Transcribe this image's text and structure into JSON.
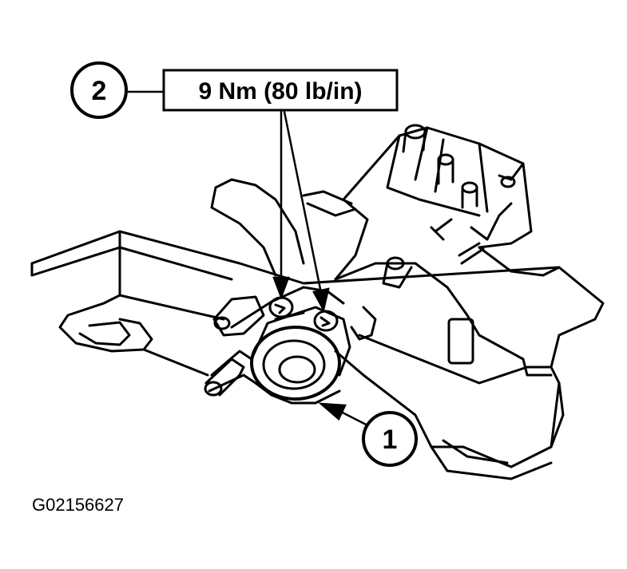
{
  "callouts": [
    {
      "number": "2",
      "target": "bolts"
    },
    {
      "number": "1",
      "target": "ignition-lock-cylinder-housing"
    }
  ],
  "torque_spec": "9 Nm (80 lb/in)",
  "figure_id": "G02156627",
  "colors": {
    "ink": "#000000",
    "paper": "#ffffff"
  }
}
